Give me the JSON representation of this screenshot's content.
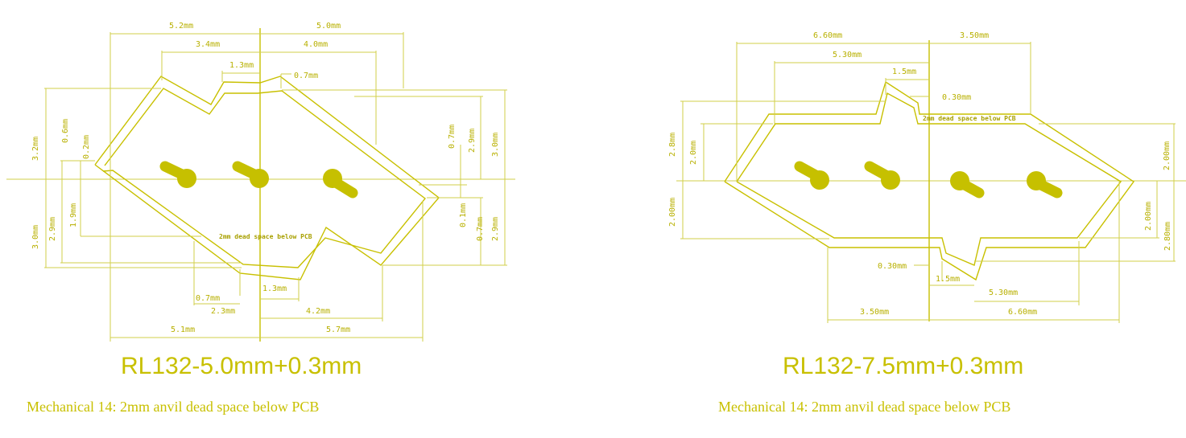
{
  "left": {
    "title": "RL132-5.0mm+0.3mm",
    "subtitle": "Mechanical 14: 2mm anvil dead space below PCB",
    "note": "2mm dead space below PCB",
    "dims": {
      "top_5_2": "5.2mm",
      "top_5_0": "5.0mm",
      "top_3_4": "3.4mm",
      "top_4_0": "4.0mm",
      "top_1_3": "1.3mm",
      "top_0_7": "0.7mm",
      "l_3_2": "3.2mm",
      "l_0_6": "0.6mm",
      "l_0_2": "0.2mm",
      "l_3_0": "3.0mm",
      "l_2_9": "2.9mm",
      "l_1_9": "1.9mm",
      "r_0_7a": "0.7mm",
      "r_2_9a": "2.9mm",
      "r_3_0": "3.0mm",
      "r_0_1": "0.1mm",
      "r_0_7b": "0.7mm",
      "r_2_9b": "2.9mm",
      "b_0_7": "0.7mm",
      "b_1_3": "1.3mm",
      "b_2_3": "2.3mm",
      "b_4_2": "4.2mm",
      "b_5_1": "5.1mm",
      "b_5_7": "5.7mm"
    }
  },
  "right": {
    "title": "RL132-7.5mm+0.3mm",
    "subtitle": "Mechanical 14: 2mm anvil dead space below PCB",
    "note": "2mm dead space below PCB",
    "dims": {
      "top_6_60": "6.60mm",
      "top_3_50": "3.50mm",
      "top_5_30": "5.30mm",
      "top_1_5": "1.5mm",
      "top_0_30": "0.30mm",
      "l_2_8": "2.8mm",
      "l_2_0": "2.0mm",
      "l_2_00": "2.00mm",
      "r_2_00a": "2.00mm",
      "r_2_00b": "2.00mm",
      "r_2_80": "2.80mm",
      "b_0_30": "0.30mm",
      "b_1_5": "1.5mm",
      "b_5_30": "5.30mm",
      "b_3_50": "3.50mm",
      "b_6_60": "6.60mm"
    }
  }
}
